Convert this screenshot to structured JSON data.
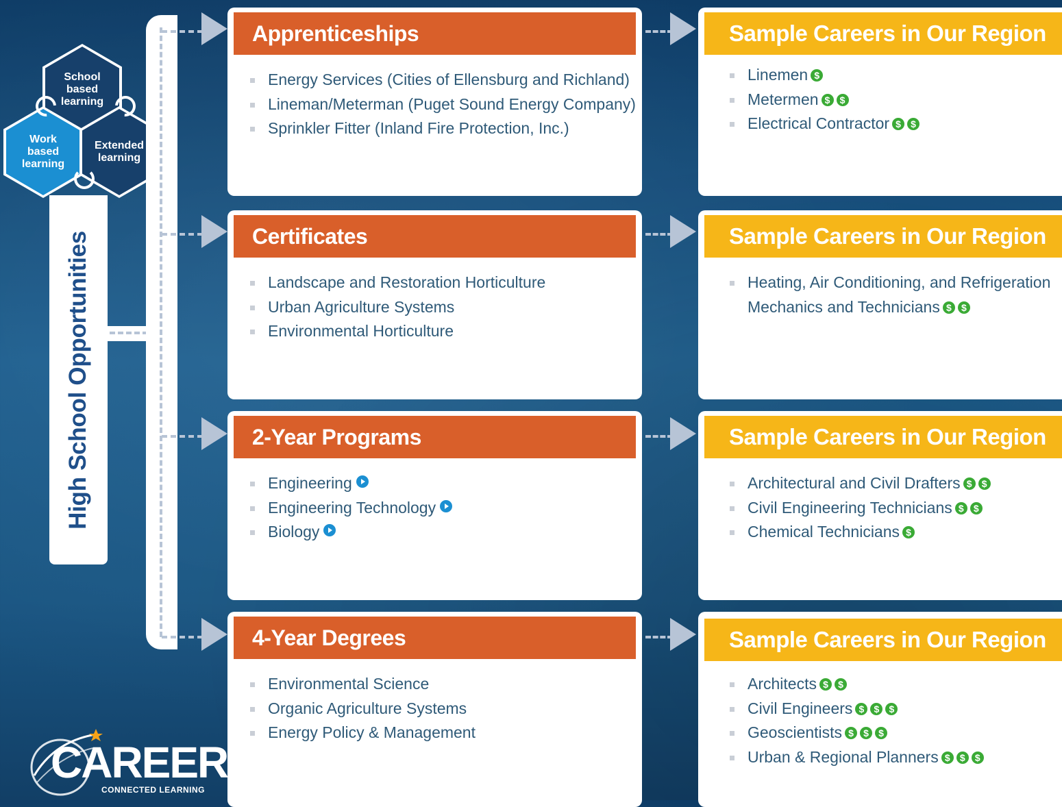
{
  "hexagons": {
    "school": "School based learning",
    "work": "Work based learning",
    "extended": "Extended learning"
  },
  "side_label": "High School Opportunities",
  "programs": [
    {
      "title": "Apprenticeships",
      "items": [
        {
          "text": "Energy Services (Cities of Ellensburg and Richland)"
        },
        {
          "text": "Lineman/Meterman (Puget Sound Energy Company)"
        },
        {
          "text": "Sprinkler Fitter (Inland Fire Protection, Inc.)"
        }
      ]
    },
    {
      "title": "Certificates",
      "items": [
        {
          "text": "Landscape and Restoration Horticulture"
        },
        {
          "text": "Urban Agriculture Systems"
        },
        {
          "text": "Environmental Horticulture"
        }
      ]
    },
    {
      "title": "2-Year Programs",
      "items": [
        {
          "text": "Engineering",
          "link_icon": "arrow-circle-icon"
        },
        {
          "text": "Engineering Technology",
          "link_icon": "arrow-circle-icon"
        },
        {
          "text": "Biology",
          "link_icon": "arrow-circle-icon"
        }
      ]
    },
    {
      "title": "4-Year Degrees",
      "items": [
        {
          "text": "Environmental Science"
        },
        {
          "text": "Organic Agriculture Systems"
        },
        {
          "text": "Energy Policy & Management"
        }
      ]
    }
  ],
  "careers": [
    {
      "title": "Sample Careers in Our Region",
      "items": [
        {
          "text": "Linemen",
          "dollars": 1
        },
        {
          "text": "Metermen",
          "dollars": 2
        },
        {
          "text": "Electrical Contractor",
          "dollars": 2
        }
      ]
    },
    {
      "title": "Sample Careers in Our Region",
      "items": [
        {
          "text": "Heating, Air Conditioning, and Refrigeration",
          "cont": "Mechanics and Technicians",
          "dollars": 2
        }
      ]
    },
    {
      "title": "Sample Careers in Our Region",
      "items": [
        {
          "text": "Architectural and Civil Drafters",
          "dollars": 2
        },
        {
          "text": "Civil Engineering Technicians",
          "dollars": 2
        },
        {
          "text": "Chemical Technicians",
          "dollars": 1
        }
      ]
    },
    {
      "title": "Sample Careers in Our Region",
      "items": [
        {
          "text": "Architects",
          "dollars": 2
        },
        {
          "text": "Civil Engineers",
          "dollars": 3
        },
        {
          "text": "Geoscientists",
          "dollars": 3
        },
        {
          "text": "Urban & Regional Planners",
          "dollars": 3
        }
      ]
    }
  ],
  "logo": {
    "word": "CAREER",
    "tagline": "CONNECTED LEARNING"
  },
  "colors": {
    "program_header": "#d95f2a",
    "career_header": "#f6b618",
    "dollar": "#3aaa35",
    "link_icon": "#1b8fd2",
    "item_text": "#2f5a78"
  }
}
